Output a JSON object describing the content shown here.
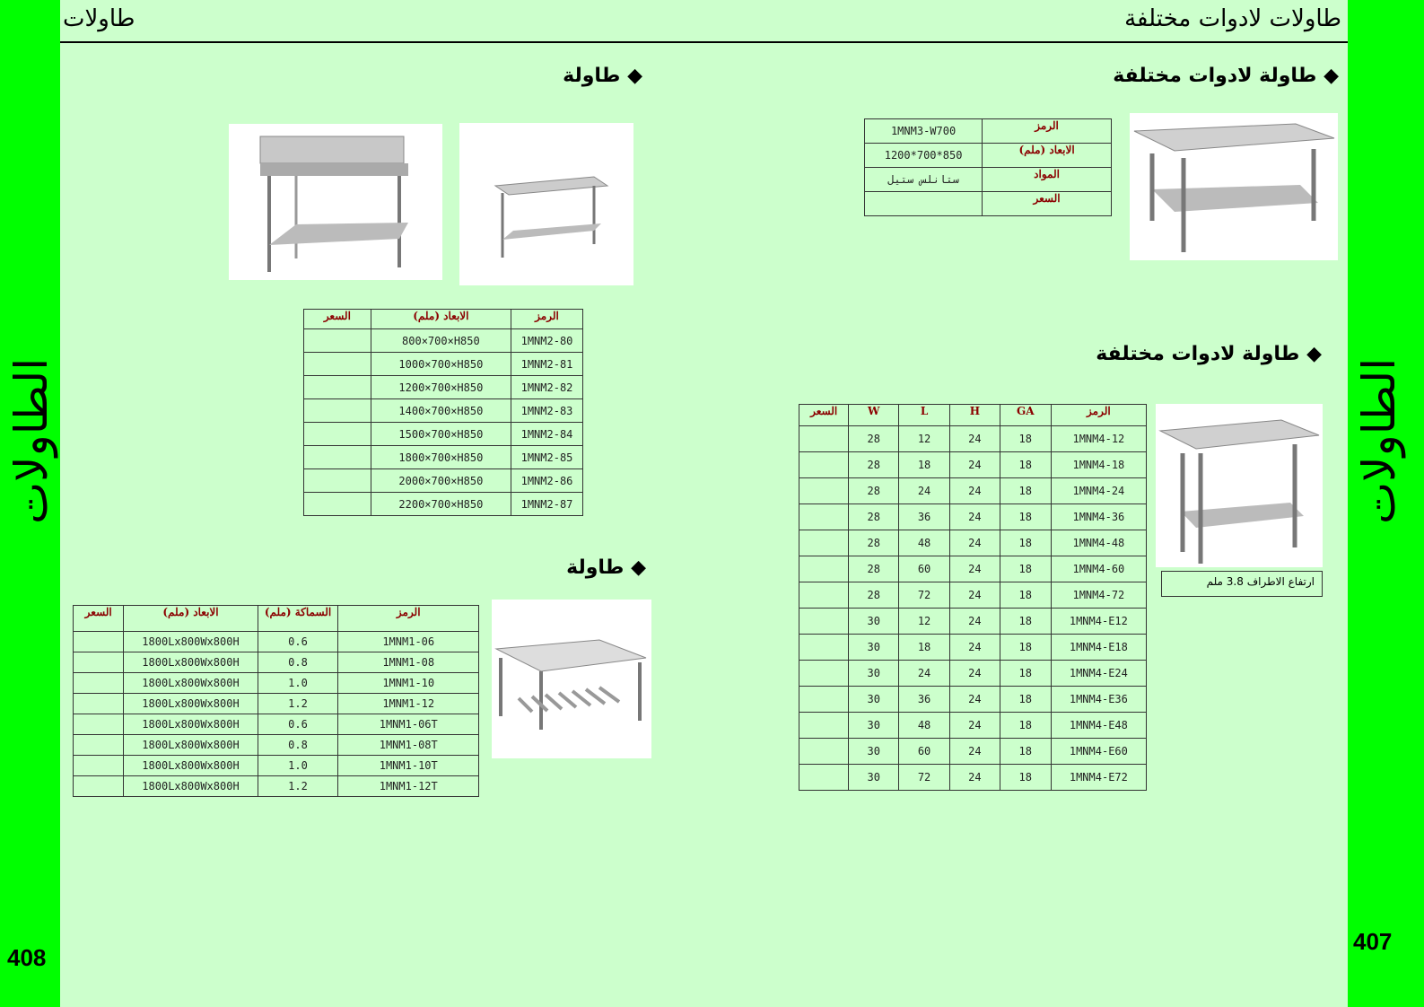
{
  "header": {
    "left_title": "طاولات",
    "right_title": "طاولات لادوات مختلفة"
  },
  "side": {
    "left_label": "الطاولات",
    "right_label": "الطاولات",
    "left_page": "408",
    "right_page": "407"
  },
  "sections": {
    "s1": "طاولة",
    "s2": "طاولة لادوات مختلفة",
    "s3": "طاولة لادوات مختلفة",
    "s4": "طاولة"
  },
  "bullet": "◆",
  "caption": "ارتفاع الاطراف 3.8 ملم",
  "tables": {
    "mnm2": {
      "headers": [
        "السعر",
        "الابعاد (ملم)",
        "الرمز"
      ],
      "rows": [
        [
          "",
          "800×700×H850",
          "1MNM2-80"
        ],
        [
          "",
          "1000×700×H850",
          "1MNM2-81"
        ],
        [
          "",
          "1200×700×H850",
          "1MNM2-82"
        ],
        [
          "",
          "1400×700×H850",
          "1MNM2-83"
        ],
        [
          "",
          "1500×700×H850",
          "1MNM2-84"
        ],
        [
          "",
          "1800×700×H850",
          "1MNM2-85"
        ],
        [
          "",
          "2000×700×H850",
          "1MNM2-86"
        ],
        [
          "",
          "2200×700×H850",
          "1MNM2-87"
        ]
      ]
    },
    "mnm1": {
      "headers": [
        "السعر",
        "الابعاد (ملم)",
        "السماكة (ملم)",
        "الرمز"
      ],
      "rows": [
        [
          "",
          "1800Lx800Wx800H",
          "0.6",
          "1MNM1-06"
        ],
        [
          "",
          "1800Lx800Wx800H",
          "0.8",
          "1MNM1-08"
        ],
        [
          "",
          "1800Lx800Wx800H",
          "1.0",
          "1MNM1-10"
        ],
        [
          "",
          "1800Lx800Wx800H",
          "1.2",
          "1MNM1-12"
        ],
        [
          "",
          "1800Lx800Wx800H",
          "0.6",
          "1MNM1-06T"
        ],
        [
          "",
          "1800Lx800Wx800H",
          "0.8",
          "1MNM1-08T"
        ],
        [
          "",
          "1800Lx800Wx800H",
          "1.0",
          "1MNM1-10T"
        ],
        [
          "",
          "1800Lx800Wx800H",
          "1.2",
          "1MNM1-12T"
        ]
      ]
    },
    "mnm3": {
      "rows": [
        [
          "1MNM3-W700",
          "الرمز"
        ],
        [
          "1200*700*850",
          "الابعاد (ملم)"
        ],
        [
          "ستانلس ستيل",
          "المواد"
        ],
        [
          "",
          "السعر"
        ]
      ]
    },
    "mnm4": {
      "headers": [
        "السعر",
        "W",
        "L",
        "H",
        "GA",
        "الرمز"
      ],
      "rows": [
        [
          "",
          "28",
          "12",
          "24",
          "18",
          "1MNM4-12"
        ],
        [
          "",
          "28",
          "18",
          "24",
          "18",
          "1MNM4-18"
        ],
        [
          "",
          "28",
          "24",
          "24",
          "18",
          "1MNM4-24"
        ],
        [
          "",
          "28",
          "36",
          "24",
          "18",
          "1MNM4-36"
        ],
        [
          "",
          "28",
          "48",
          "24",
          "18",
          "1MNM4-48"
        ],
        [
          "",
          "28",
          "60",
          "24",
          "18",
          "1MNM4-60"
        ],
        [
          "",
          "28",
          "72",
          "24",
          "18",
          "1MNM4-72"
        ],
        [
          "",
          "30",
          "12",
          "24",
          "18",
          "1MNM4-E12"
        ],
        [
          "",
          "30",
          "18",
          "24",
          "18",
          "1MNM4-E18"
        ],
        [
          "",
          "30",
          "24",
          "24",
          "18",
          "1MNM4-E24"
        ],
        [
          "",
          "30",
          "36",
          "24",
          "18",
          "1MNM4-E36"
        ],
        [
          "",
          "30",
          "48",
          "24",
          "18",
          "1MNM4-E48"
        ],
        [
          "",
          "30",
          "60",
          "24",
          "18",
          "1MNM4-E60"
        ],
        [
          "",
          "30",
          "72",
          "24",
          "18",
          "1MNM4-E72"
        ]
      ]
    }
  }
}
